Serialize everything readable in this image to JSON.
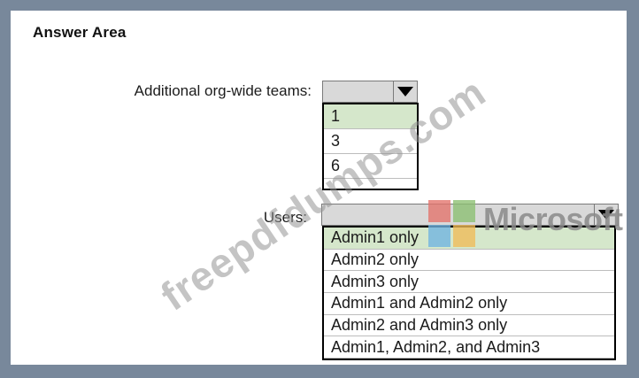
{
  "page": {
    "title": "Answer Area"
  },
  "watermark": {
    "text": "freepdfdumps.com"
  },
  "brand_watermark": {
    "text": "Microsoft"
  },
  "dropdowns": [
    {
      "label": "Additional org-wide teams:",
      "value": "",
      "options": [
        "1",
        "3",
        "6"
      ],
      "highlighted_index": 0
    },
    {
      "label": "Users:",
      "value": "",
      "options": [
        "Admin1 only",
        "Admin2 only",
        "Admin3 only",
        "Admin1 and Admin2 only",
        "Admin2 and Admin3 only",
        "Admin1, Admin2, and Admin3"
      ],
      "highlighted_index": 0
    }
  ],
  "colors": {
    "frame": "#78889B",
    "select_bg": "#D9D9D9",
    "highlight_green": "#D5E7CB",
    "ms_red": "#E4736B",
    "ms_green": "#8CC072",
    "ms_blue": "#6FB4E0",
    "ms_yellow": "#F0BC58"
  }
}
